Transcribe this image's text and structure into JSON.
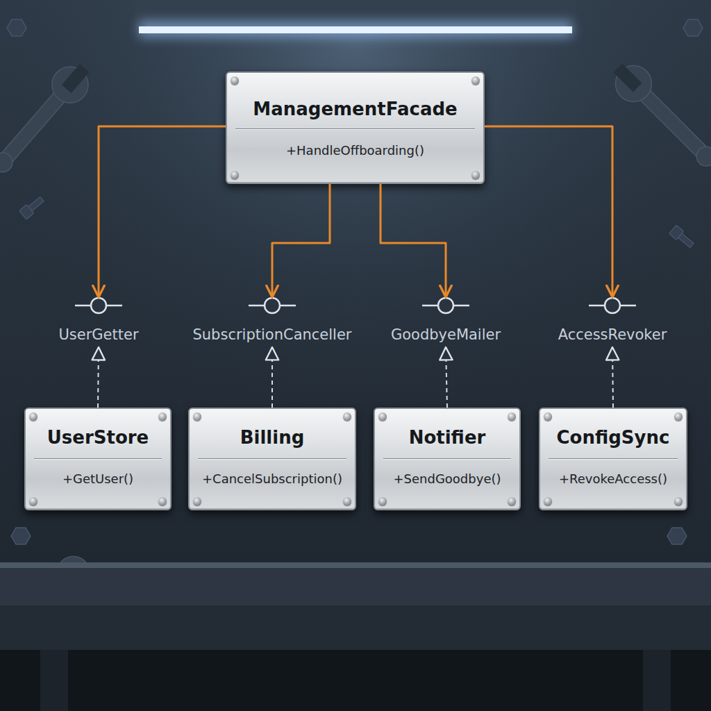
{
  "diagram": {
    "nodes": [
      {
        "text": [
          "ManagementFacade",
          "+HandleOffboarding()"
        ]
      },
      {
        "text": [
          "UserGetter"
        ]
      },
      {
        "text": [
          "SubscriptionCanceller"
        ]
      },
      {
        "text": [
          "GoodbyeMailer"
        ]
      },
      {
        "text": [
          "AccessRevoker"
        ]
      },
      {
        "text": [
          "UserStore",
          "+GetUser()"
        ]
      },
      {
        "text": [
          "Billing",
          "+CancelSubscription()"
        ]
      },
      {
        "text": [
          "Notifier",
          "+SendGoodbye()"
        ]
      },
      {
        "text": [
          "ConfigSync",
          "+RevokeAccess()"
        ]
      }
    ],
    "edges": [
      {
        "from": 0,
        "to": 1,
        "arrow": "to"
      },
      {
        "from": 0,
        "to": 2,
        "arrow": "to"
      },
      {
        "from": 0,
        "to": 3,
        "arrow": "to"
      },
      {
        "from": 0,
        "to": 4,
        "arrow": "to"
      },
      {
        "from": 5,
        "to": 1,
        "arrow": "to"
      },
      {
        "from": 6,
        "to": 2,
        "arrow": "to"
      },
      {
        "from": 7,
        "to": 3,
        "arrow": "to"
      },
      {
        "from": 8,
        "to": 4,
        "arrow": "to"
      }
    ]
  }
}
